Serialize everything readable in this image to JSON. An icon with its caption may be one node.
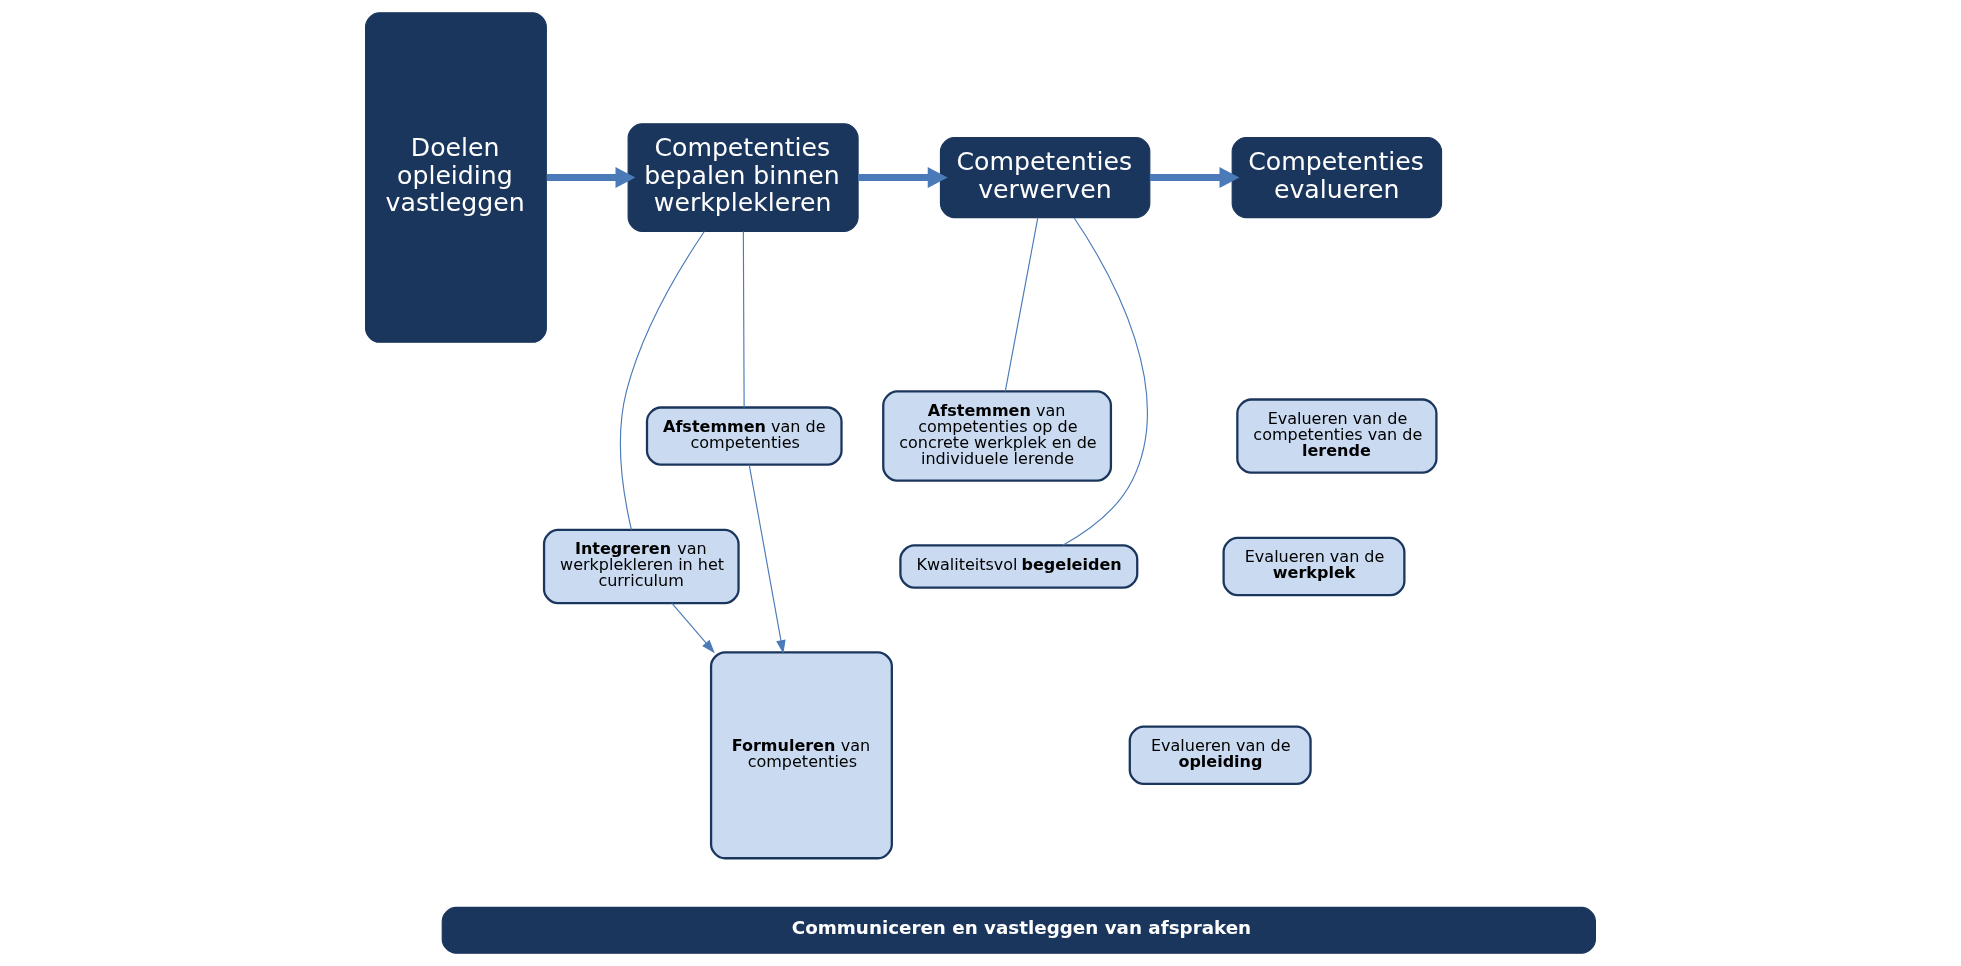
{
  "diagram": {
    "nodes": [
      {
        "text": [
          "Doelen opleiding vastleggen"
        ]
      },
      {
        "text": [
          "Competenties bepalen binnen werkplekleren"
        ]
      },
      {
        "text": [
          "Competenties verwerven"
        ]
      },
      {
        "text": [
          "Competenties evalueren"
        ]
      },
      {
        "text": [
          "**Afstemmen** van de competenties"
        ]
      },
      {
        "text": [
          "**Integreren** van werkplekleren in het curriculum"
        ]
      },
      {
        "text": [
          "**Formuleren** van competenties"
        ]
      },
      {
        "text": [
          "**Afstemmen** van competenties op de concrete werkplek en de individuele lerende"
        ]
      },
      {
        "text": [
          "Kwaliteitsvol **begeleiden**"
        ]
      },
      {
        "text": [
          "Evalueren van de competenties van de **lerende**"
        ]
      },
      {
        "text": [
          "Evalueren van de **werkplek**"
        ]
      },
      {
        "text": [
          "Evalueren van de **opleiding**"
        ]
      },
      {
        "text": [
          "Communiceren en vastleggen van afspraken"
        ]
      }
    ],
    "edges": [
      {
        "from": 0,
        "to": 1,
        "arrow": "to",
        "style": "thick"
      },
      {
        "from": 1,
        "to": 2,
        "arrow": "to",
        "style": "thick"
      },
      {
        "from": 2,
        "to": 3,
        "arrow": "to",
        "style": "thick"
      },
      {
        "from": 1,
        "to": 4,
        "arrow": "none"
      },
      {
        "from": 1,
        "to": 5,
        "arrow": "none"
      },
      {
        "from": 4,
        "to": 6,
        "arrow": "to"
      },
      {
        "from": 5,
        "to": 6,
        "arrow": "to"
      },
      {
        "from": 2,
        "to": 7,
        "arrow": "none"
      },
      {
        "from": 2,
        "to": 8,
        "arrow": "none"
      }
    ]
  }
}
